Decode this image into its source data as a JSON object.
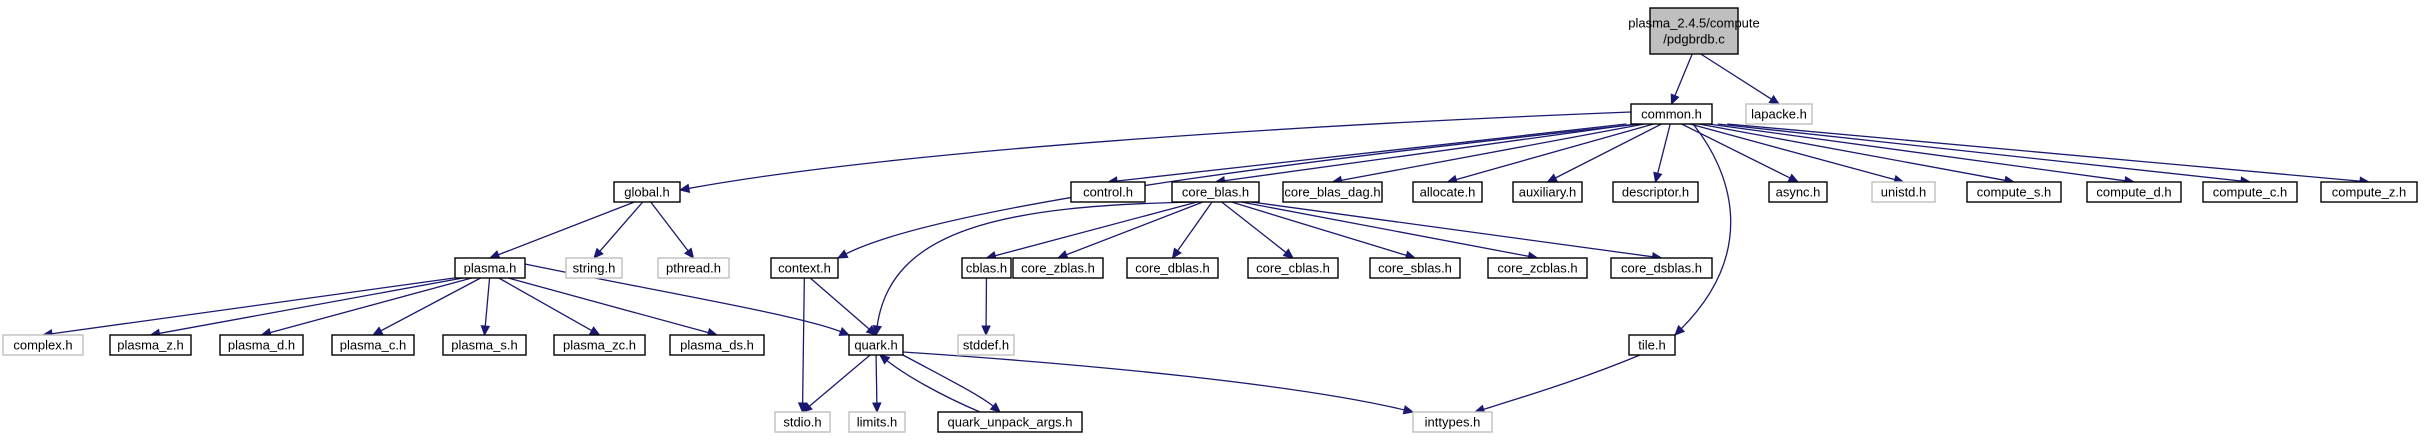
{
  "nodes": [
    {
      "id": "root",
      "lines": [
        "plasma_2.4.5/compute",
        "/pdgbrdb.c"
      ],
      "kind": "root"
    },
    {
      "id": "common",
      "lines": [
        "common.h"
      ],
      "kind": "doc"
    },
    {
      "id": "lapacke",
      "lines": [
        "lapacke.h"
      ],
      "kind": "ext"
    },
    {
      "id": "global",
      "lines": [
        "global.h"
      ],
      "kind": "doc"
    },
    {
      "id": "control",
      "lines": [
        "control.h"
      ],
      "kind": "doc"
    },
    {
      "id": "core_blas",
      "lines": [
        "core_blas.h"
      ],
      "kind": "doc"
    },
    {
      "id": "core_blas_dag",
      "lines": [
        "core_blas_dag.h"
      ],
      "kind": "doc"
    },
    {
      "id": "allocate",
      "lines": [
        "allocate.h"
      ],
      "kind": "doc"
    },
    {
      "id": "auxiliary",
      "lines": [
        "auxiliary.h"
      ],
      "kind": "doc"
    },
    {
      "id": "descriptor",
      "lines": [
        "descriptor.h"
      ],
      "kind": "doc"
    },
    {
      "id": "async",
      "lines": [
        "async.h"
      ],
      "kind": "doc"
    },
    {
      "id": "unistd",
      "lines": [
        "unistd.h"
      ],
      "kind": "ext"
    },
    {
      "id": "compute_s",
      "lines": [
        "compute_s.h"
      ],
      "kind": "doc"
    },
    {
      "id": "compute_d",
      "lines": [
        "compute_d.h"
      ],
      "kind": "doc"
    },
    {
      "id": "compute_c",
      "lines": [
        "compute_c.h"
      ],
      "kind": "doc"
    },
    {
      "id": "compute_z",
      "lines": [
        "compute_z.h"
      ],
      "kind": "doc"
    },
    {
      "id": "plasma",
      "lines": [
        "plasma.h"
      ],
      "kind": "doc"
    },
    {
      "id": "string",
      "lines": [
        "string.h"
      ],
      "kind": "ext"
    },
    {
      "id": "pthread",
      "lines": [
        "pthread.h"
      ],
      "kind": "ext"
    },
    {
      "id": "context",
      "lines": [
        "context.h"
      ],
      "kind": "doc"
    },
    {
      "id": "cblas",
      "lines": [
        "cblas.h"
      ],
      "kind": "doc"
    },
    {
      "id": "core_zblas",
      "lines": [
        "core_zblas.h"
      ],
      "kind": "doc"
    },
    {
      "id": "core_dblas",
      "lines": [
        "core_dblas.h"
      ],
      "kind": "doc"
    },
    {
      "id": "core_cblas",
      "lines": [
        "core_cblas.h"
      ],
      "kind": "doc"
    },
    {
      "id": "core_sblas",
      "lines": [
        "core_sblas.h"
      ],
      "kind": "doc"
    },
    {
      "id": "core_zcblas",
      "lines": [
        "core_zcblas.h"
      ],
      "kind": "doc"
    },
    {
      "id": "core_dsblas",
      "lines": [
        "core_dsblas.h"
      ],
      "kind": "doc"
    },
    {
      "id": "complex",
      "lines": [
        "complex.h"
      ],
      "kind": "ext"
    },
    {
      "id": "plasma_z",
      "lines": [
        "plasma_z.h"
      ],
      "kind": "doc"
    },
    {
      "id": "plasma_d",
      "lines": [
        "plasma_d.h"
      ],
      "kind": "doc"
    },
    {
      "id": "plasma_c",
      "lines": [
        "plasma_c.h"
      ],
      "kind": "doc"
    },
    {
      "id": "plasma_s",
      "lines": [
        "plasma_s.h"
      ],
      "kind": "doc"
    },
    {
      "id": "plasma_zc",
      "lines": [
        "plasma_zc.h"
      ],
      "kind": "doc"
    },
    {
      "id": "plasma_ds",
      "lines": [
        "plasma_ds.h"
      ],
      "kind": "doc"
    },
    {
      "id": "quark",
      "lines": [
        "quark.h"
      ],
      "kind": "doc"
    },
    {
      "id": "stddef",
      "lines": [
        "stddef.h"
      ],
      "kind": "ext"
    },
    {
      "id": "tile",
      "lines": [
        "tile.h"
      ],
      "kind": "doc"
    },
    {
      "id": "stdio",
      "lines": [
        "stdio.h"
      ],
      "kind": "ext"
    },
    {
      "id": "limits",
      "lines": [
        "limits.h"
      ],
      "kind": "ext"
    },
    {
      "id": "quark_unpack_args",
      "lines": [
        "quark_unpack_args.h"
      ],
      "kind": "doc"
    },
    {
      "id": "inttypes",
      "lines": [
        "inttypes.h"
      ],
      "kind": "ext"
    }
  ],
  "edges": [
    [
      "root",
      "common"
    ],
    [
      "root",
      "lapacke"
    ],
    [
      "common",
      "global"
    ],
    [
      "common",
      "control"
    ],
    [
      "common",
      "core_blas"
    ],
    [
      "common",
      "core_blas_dag"
    ],
    [
      "common",
      "allocate"
    ],
    [
      "common",
      "auxiliary"
    ],
    [
      "common",
      "descriptor"
    ],
    [
      "common",
      "async"
    ],
    [
      "common",
      "unistd"
    ],
    [
      "common",
      "compute_s"
    ],
    [
      "common",
      "compute_d"
    ],
    [
      "common",
      "compute_c"
    ],
    [
      "common",
      "compute_z"
    ],
    [
      "common",
      "context"
    ],
    [
      "common",
      "tile"
    ],
    [
      "global",
      "plasma"
    ],
    [
      "global",
      "string"
    ],
    [
      "global",
      "pthread"
    ],
    [
      "plasma",
      "complex"
    ],
    [
      "plasma",
      "plasma_z"
    ],
    [
      "plasma",
      "plasma_d"
    ],
    [
      "plasma",
      "plasma_c"
    ],
    [
      "plasma",
      "plasma_s"
    ],
    [
      "plasma",
      "plasma_zc"
    ],
    [
      "plasma",
      "plasma_ds"
    ],
    [
      "plasma",
      "quark"
    ],
    [
      "core_blas",
      "cblas"
    ],
    [
      "core_blas",
      "core_zblas"
    ],
    [
      "core_blas",
      "core_dblas"
    ],
    [
      "core_blas",
      "core_cblas"
    ],
    [
      "core_blas",
      "core_sblas"
    ],
    [
      "core_blas",
      "core_zcblas"
    ],
    [
      "core_blas",
      "core_dsblas"
    ],
    [
      "core_blas",
      "quark"
    ],
    [
      "cblas",
      "stddef"
    ],
    [
      "context",
      "quark"
    ],
    [
      "context",
      "stdio"
    ],
    [
      "quark",
      "stdio"
    ],
    [
      "quark",
      "limits"
    ],
    [
      "quark",
      "quark_unpack_args"
    ],
    [
      "quark",
      "inttypes"
    ],
    [
      "quark_unpack_args",
      "quark"
    ],
    [
      "tile",
      "inttypes"
    ]
  ]
}
